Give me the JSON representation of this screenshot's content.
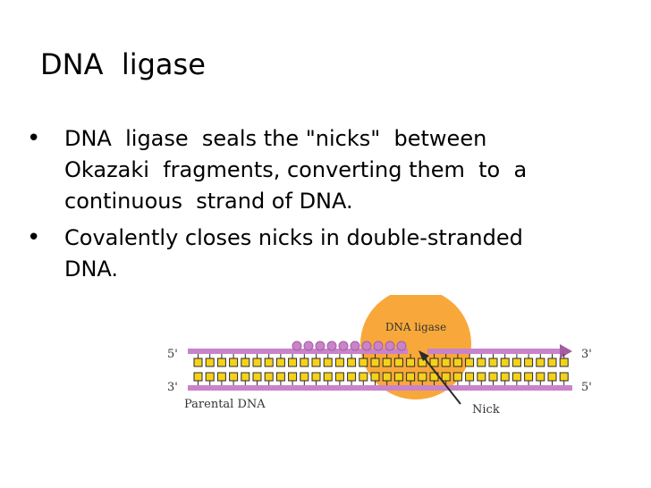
{
  "slide": {
    "title": "DNA  ligase",
    "bullets": [
      {
        "lines": [
          "DNA  ligase  seals the \"nicks\"  between",
          "Okazaki  fragments, converting them  to  a",
          "continuous  strand of DNA."
        ]
      },
      {
        "lines": [
          "Covalently closes nicks in double-stranded",
          "DNA."
        ]
      }
    ],
    "bullet_glyph": "•"
  },
  "diagram": {
    "enzyme_label": "DNA ligase",
    "top_left_label": "5'",
    "top_right_label": "3'",
    "bottom_left_label": "3'",
    "bottom_right_label": "5'",
    "parental_label": "Parental DNA",
    "nick_label": "Nick",
    "colors": {
      "strand": "#c983c9",
      "strand_dark": "#a35ea3",
      "base": "#f5d21a",
      "base_border": "#2b2b2b",
      "enzyme": "#f8a83a",
      "label": "#333333"
    }
  }
}
